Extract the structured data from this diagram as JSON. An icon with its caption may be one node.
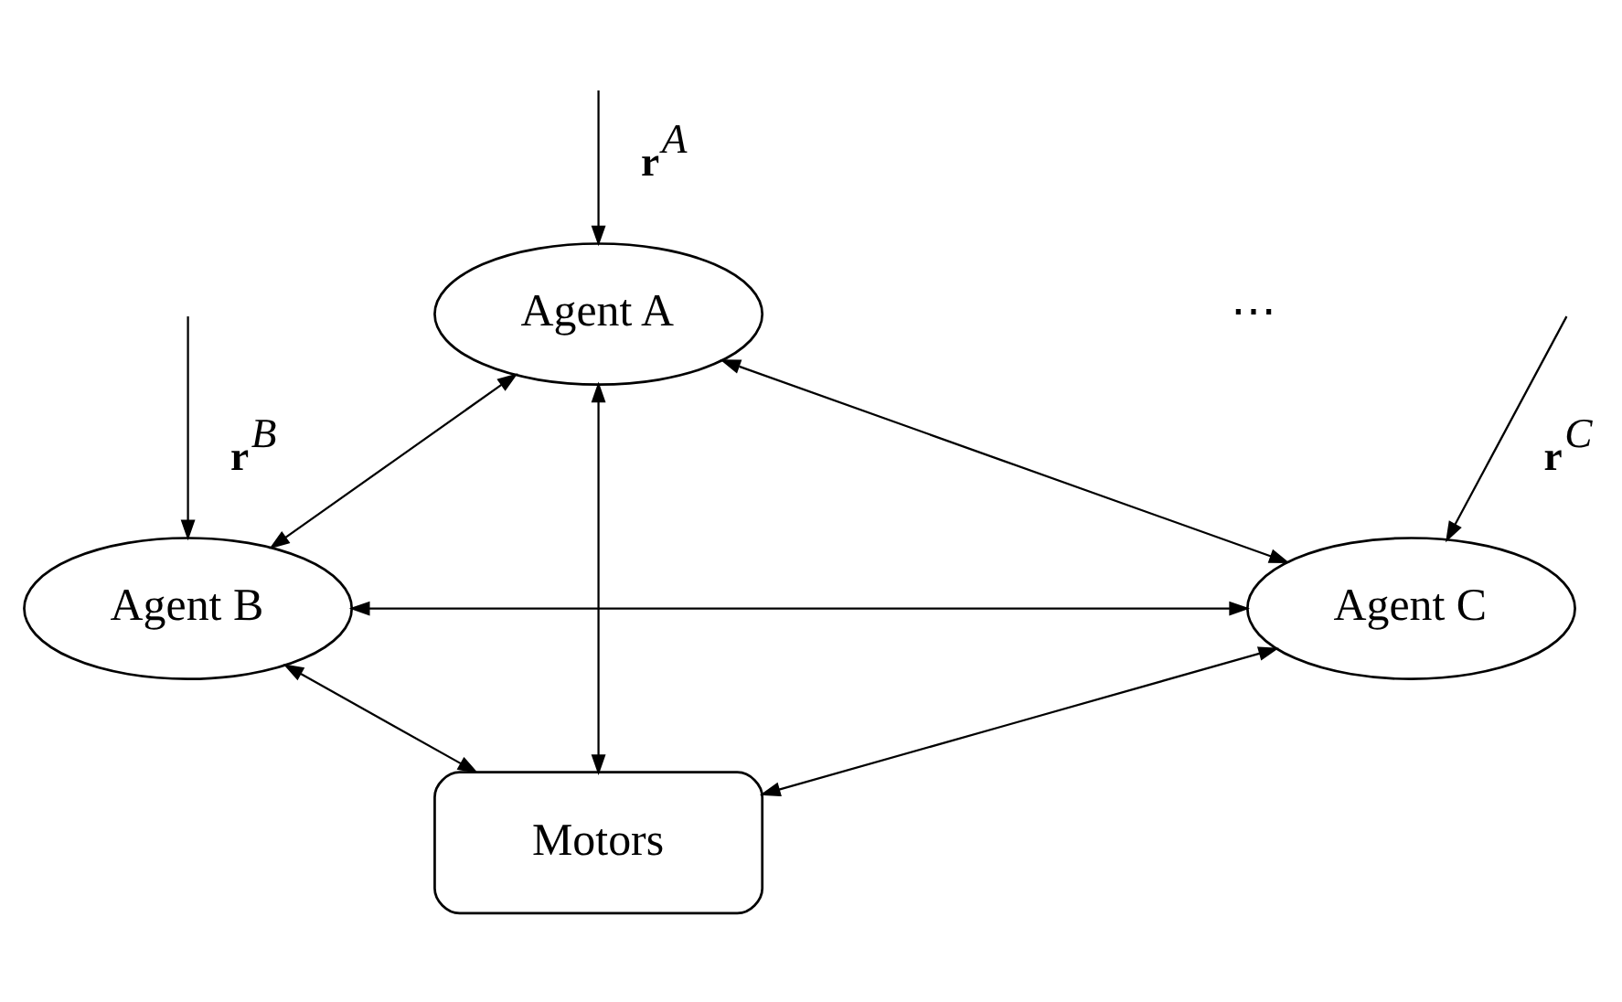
{
  "diagram": {
    "nodes": [
      {
        "text": [
          "Agent A"
        ]
      },
      {
        "text": [
          "Agent B"
        ]
      },
      {
        "text": [
          "Agent C"
        ]
      },
      {
        "text": [
          "Motors"
        ]
      }
    ],
    "edges": [
      {
        "from": null,
        "to": 0,
        "arrow": "to",
        "label": "**r**$^{A}$"
      },
      {
        "from": null,
        "to": 1,
        "arrow": "to",
        "label": "**r**$^{B}$"
      },
      {
        "from": null,
        "to": 2,
        "arrow": "to",
        "label": "**r**$^{C}$"
      },
      {
        "from": 1,
        "to": 0,
        "arrow": "both"
      },
      {
        "from": 0,
        "to": 2,
        "arrow": "both"
      },
      {
        "from": 0,
        "to": 3,
        "arrow": "both"
      },
      {
        "from": 1,
        "to": 2,
        "arrow": "both"
      },
      {
        "from": 1,
        "to": 3,
        "arrow": "both"
      },
      {
        "from": 2,
        "to": 3,
        "arrow": "both"
      }
    ],
    "labels": [
      "⋯"
    ]
  }
}
